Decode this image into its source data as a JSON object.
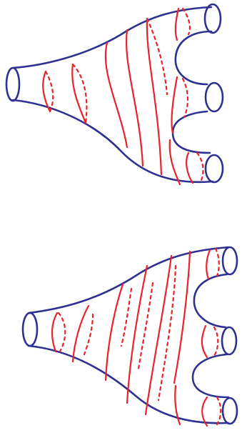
{
  "colors": {
    "outline": "#2e3192",
    "curves": "#e8232a",
    "background": "#ffffff"
  },
  "figures": [
    {
      "name": "upper-pants-surface",
      "boundary_circles": 4,
      "red_curves": 9
    },
    {
      "name": "lower-pants-surface",
      "boundary_circles": 4,
      "red_curves": 10
    }
  ]
}
